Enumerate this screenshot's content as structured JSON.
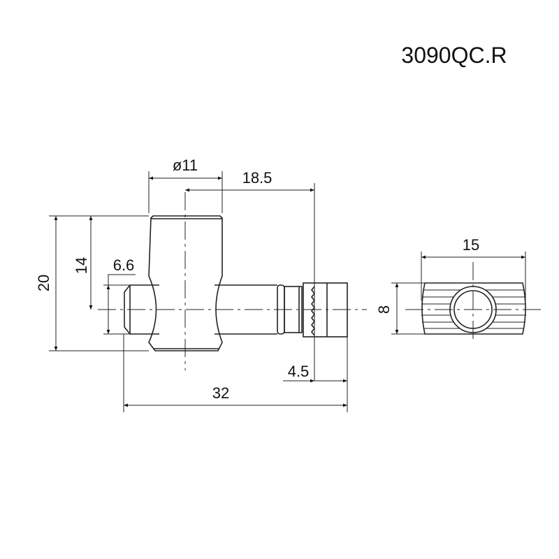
{
  "title": "3090QC.R",
  "dimensions": {
    "diameter": "ø11",
    "offset": "18.5",
    "height_total": "20",
    "height_partial": "14",
    "pin_diameter": "6.6",
    "length_total": "32",
    "nut_length": "4.5",
    "nut_width": "15",
    "nut_height": "8"
  }
}
